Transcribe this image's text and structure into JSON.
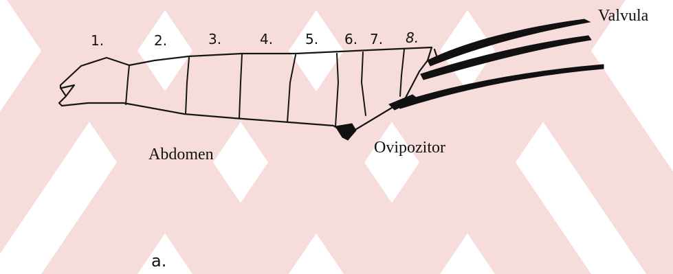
{
  "figure": {
    "segment_labels": [
      "1.",
      "2.",
      "3.",
      "4.",
      "5.",
      "6.",
      "7.",
      "8."
    ],
    "labels": {
      "valvula": "Valvula",
      "abdomen": "Abdomen",
      "ovipozitor": "Ovipozitor",
      "panel": "a."
    },
    "watermark_color": "#f7d9d9"
  }
}
